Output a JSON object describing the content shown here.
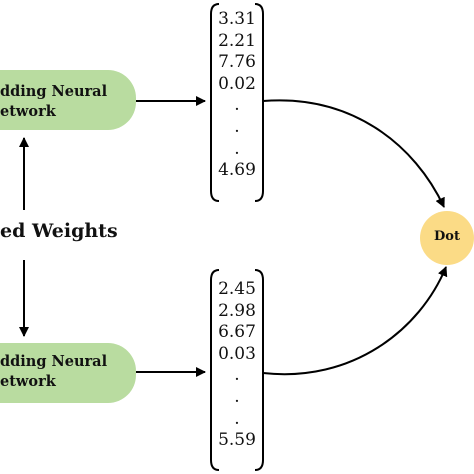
{
  "colors": {
    "network_node": "#b9dca0",
    "dot_node": "#fbdb86",
    "stroke": "#000000"
  },
  "top_network": {
    "line1": "dding Neural",
    "line2": "etwork"
  },
  "bottom_network": {
    "line1": "dding Neural",
    "line2": "etwork"
  },
  "shared_weights_label": "ed Weights",
  "top_vector": [
    "3.31",
    "2.21",
    "7.76",
    "0.02",
    ".",
    ".",
    ".",
    "4.69"
  ],
  "bottom_vector": [
    "2.45",
    "2.98",
    "6.67",
    "0.03",
    ".",
    ".",
    ".",
    "5.59"
  ],
  "dot_label": "Dot"
}
